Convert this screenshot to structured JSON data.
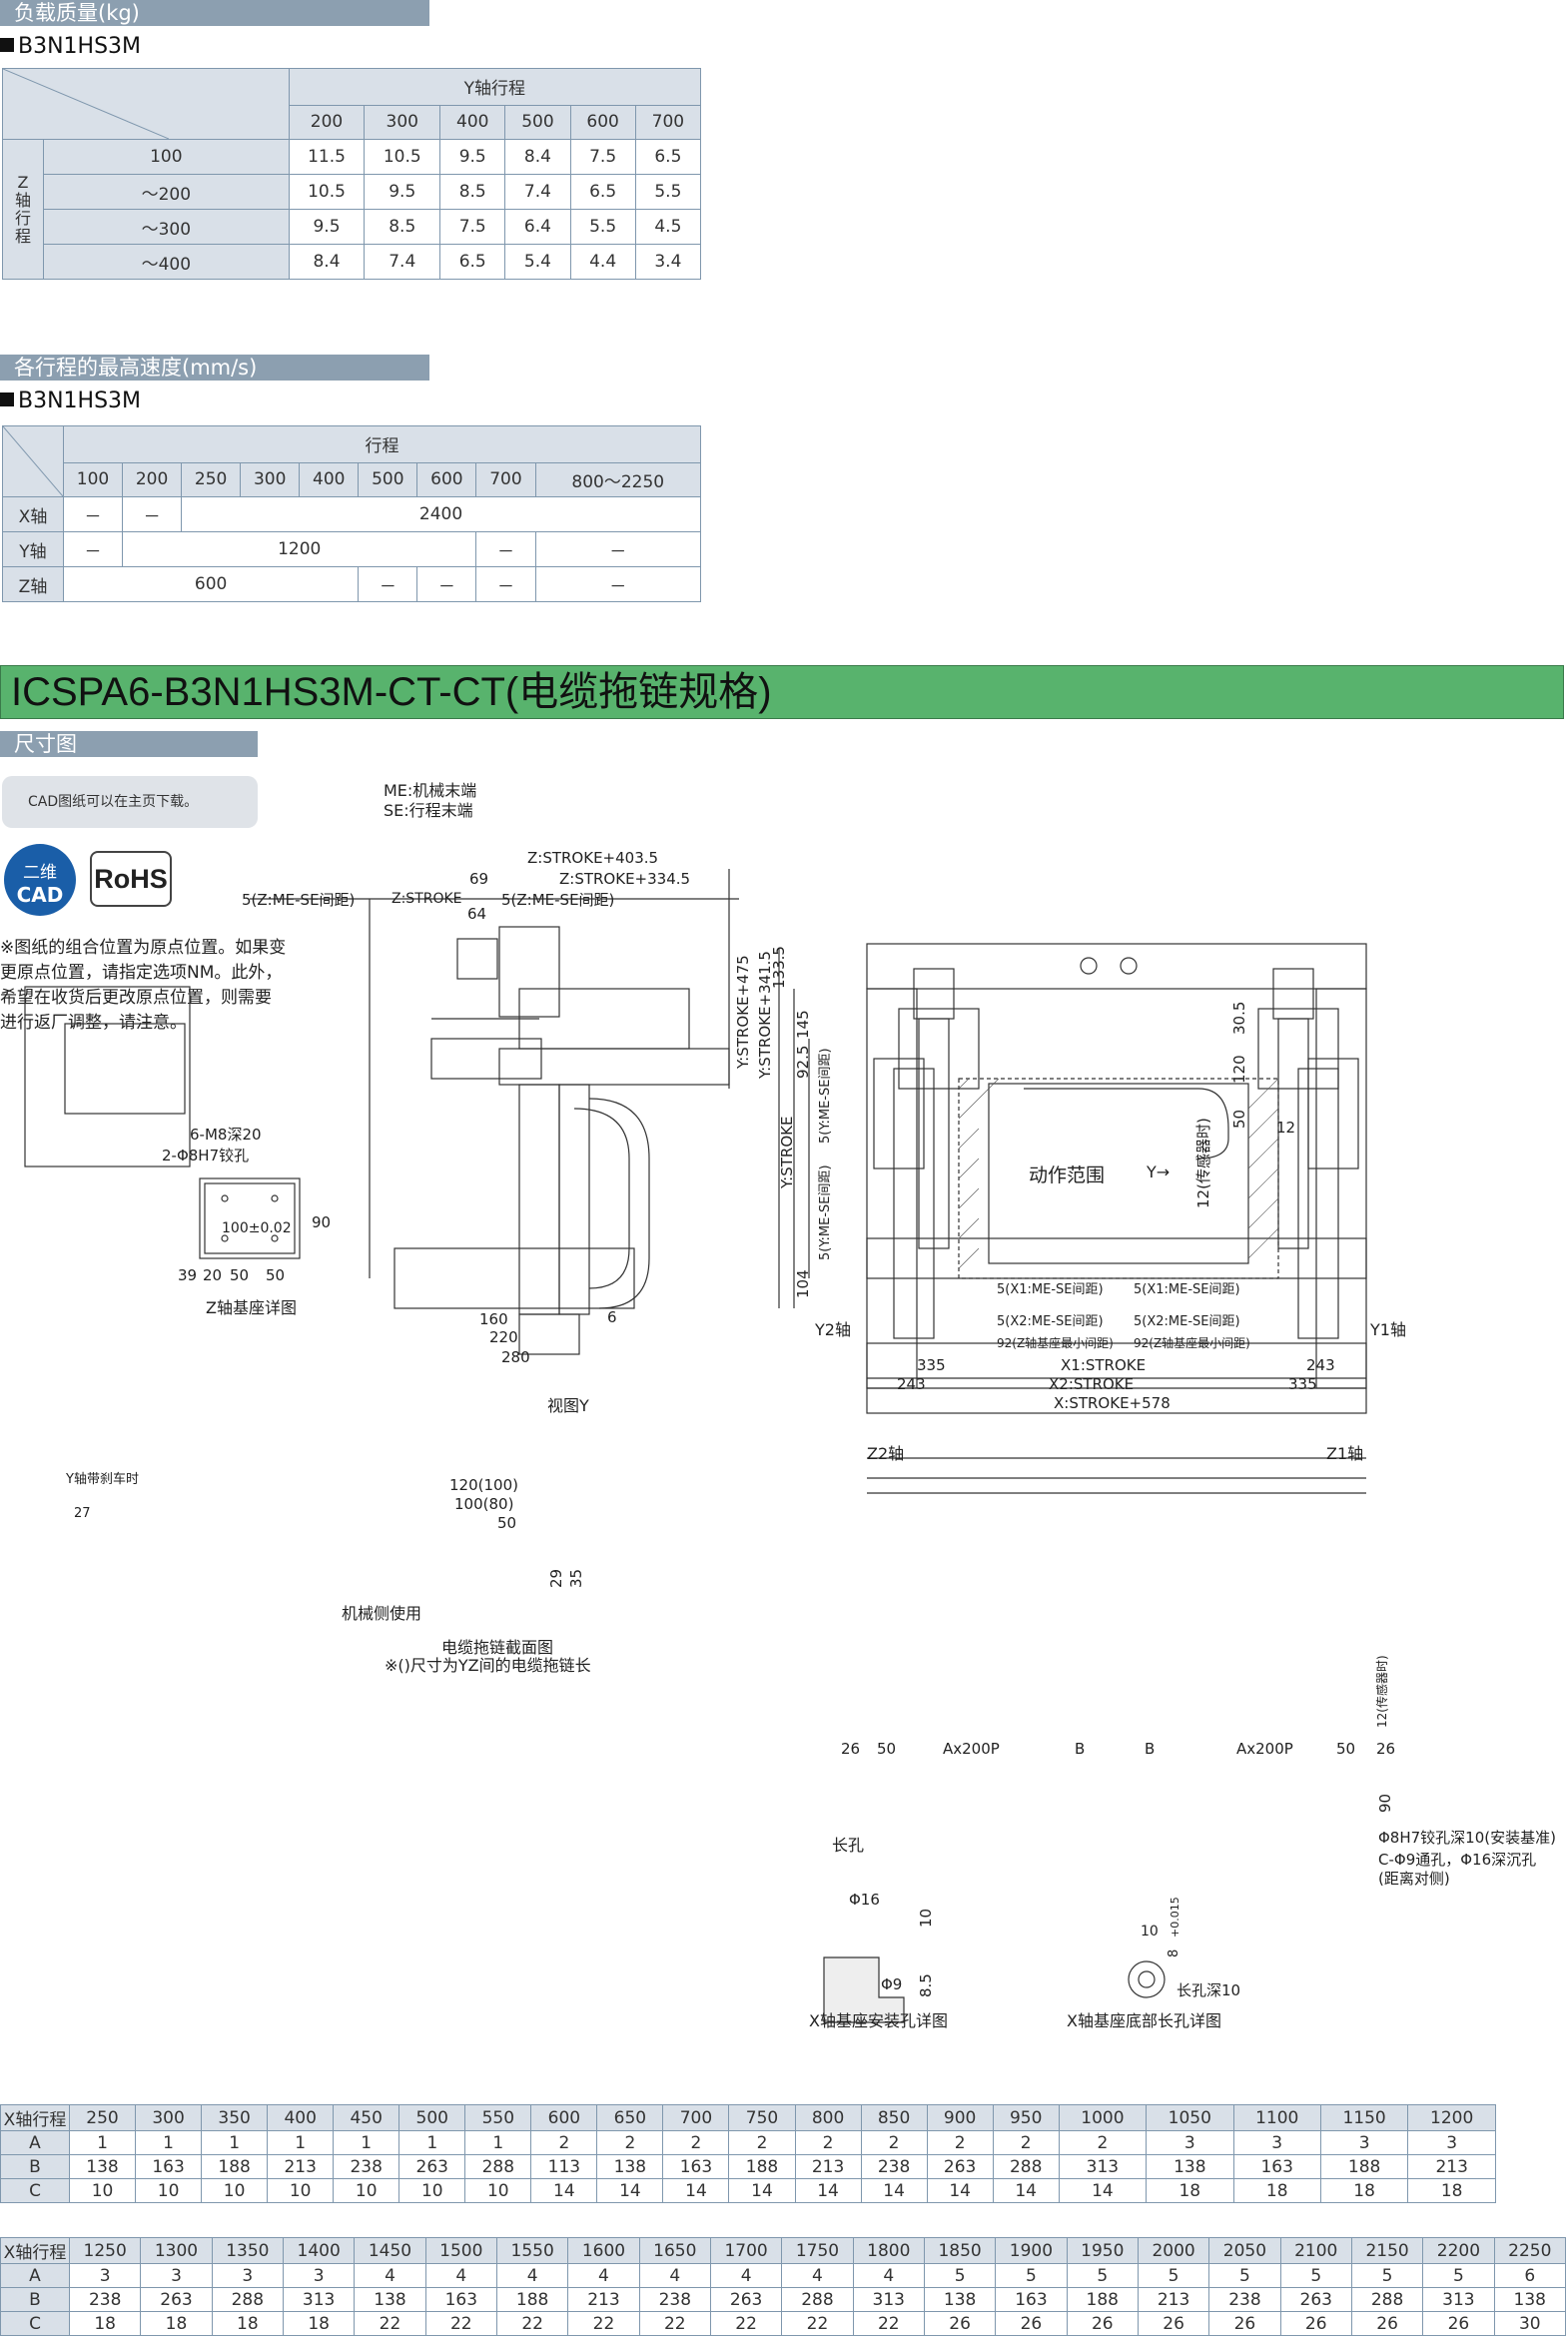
{
  "load": {
    "section": "负载质量(kg)",
    "model": "B3N1HS3M",
    "y_header": "Y轴行程",
    "z_header": "Z轴行程",
    "cols": [
      "200",
      "300",
      "400",
      "500",
      "600",
      "700"
    ],
    "rows": [
      {
        "z": "100",
        "v": [
          "11.5",
          "10.5",
          "9.5",
          "8.4",
          "7.5",
          "6.5"
        ]
      },
      {
        "z": "～200",
        "v": [
          "10.5",
          "9.5",
          "8.5",
          "7.4",
          "6.5",
          "5.5"
        ]
      },
      {
        "z": "～300",
        "v": [
          "9.5",
          "8.5",
          "7.5",
          "6.4",
          "5.5",
          "4.5"
        ]
      },
      {
        "z": "～400",
        "v": [
          "8.4",
          "7.4",
          "6.5",
          "5.4",
          "4.4",
          "3.4"
        ]
      }
    ]
  },
  "speed": {
    "section": "各行程的最高速度(mm/s)",
    "model": "B3N1HS3M",
    "header": "行程",
    "cols": [
      "100",
      "200",
      "250",
      "300",
      "400",
      "500",
      "600",
      "700",
      "800～2250"
    ],
    "x_label": "X轴",
    "y_label": "Y轴",
    "z_label": "Z轴",
    "dash": "－",
    "x_val": "2400",
    "y_val": "1200",
    "z_val": "600"
  },
  "title": "ICSPA6-B3N1HS3M-CT-CT(电缆拖链规格)",
  "dims_section": "尺寸图",
  "cad_note": "CAD图纸可以在主页下载。",
  "badge_cad_1": "二维",
  "badge_cad_2": "CAD",
  "badge_rohs": "RoHS",
  "legend_me": "ME:机械末端",
  "legend_se": "SE:行程末端",
  "origin_note": "※图纸的组合位置为原点位置。如果变\n  更原点位置，请指定选项NM。此外，\n  希望在收货后更改原点位置，则需要\n  进行返厂调整，请注意。",
  "labels": {
    "z_stroke_403": "Z:STROKE+403.5",
    "z_stroke_334": "Z:STROKE+334.5",
    "z_me_se": "5(Z:ME-SE间距)",
    "z_stroke": "Z:STROKE",
    "d69": "69",
    "d64": "64",
    "m8": "6-M8深20",
    "h7": "2-Φ8H7铰孔",
    "d100": "100±0.02",
    "d90": "90",
    "d39": "39",
    "d20": "20",
    "d50": "50",
    "d50b": "50",
    "z_base": "Z轴基座详图",
    "d160": "160",
    "d220": "220",
    "d280": "280",
    "d6": "6",
    "view_y": "视图Y",
    "y_stroke_475": "Y:STROKE+475",
    "y_stroke_341": "Y:STROKE+341.5",
    "y_stroke": "Y:STROKE",
    "d133": "133.5",
    "d145": "145",
    "d92": "92.5",
    "d104": "104",
    "y_me_se": "5(Y:ME-SE间距)",
    "d30": "30.5",
    "d120": "120",
    "d50c": "50",
    "d12": "12",
    "sensor": "12(传感器时)",
    "motion": "动作范围",
    "y_arrow": "Y→",
    "x1_me": "5(X1:ME-SE间距)",
    "x2_me": "5(X2:ME-SE间距)",
    "z_min": "92(Z轴基座最小间距)",
    "y2": "Y2轴",
    "y1": "Y1轴",
    "d335": "335",
    "d243": "243",
    "x1_stroke": "X1:STROKE",
    "x2_stroke": "X2:STROKE",
    "x_stroke_578": "X:STROKE+578",
    "brake": "Y轴带刹车时",
    "d27": "27",
    "c120": "120(100)",
    "c100": "100(80)",
    "c50": "50",
    "c29": "29",
    "c35": "35",
    "mech_side": "机械侧使用",
    "chain_sec": "电缆拖链截面图",
    "chain_note": "※()尺寸为YZ间的电缆拖链长",
    "z2": "Z2轴",
    "z1": "Z1轴",
    "sensor2": "12(传感器时)",
    "d26": "26",
    "ax200": "Ax200P",
    "bb": "B",
    "long_hole": "长孔",
    "h7_ref": "Φ8H7铰孔深10(安装基准)",
    "c_hole": "C-Φ9通孔，Φ16深沉孔",
    "c_hole2": "(距离对侧)",
    "phi16": "Φ16",
    "phi9": "Φ9",
    "d10": "10",
    "d85": "8.5",
    "x_hole": "X轴基座安装孔详图",
    "d10b": "10",
    "d8": "8",
    "d015": "+0.015",
    "long_hole_depth": "长孔深10",
    "x_bottom": "X轴基座底部长孔详图"
  },
  "bottom1": {
    "rows": [
      [
        "X轴行程",
        "250",
        "300",
        "350",
        "400",
        "450",
        "500",
        "550",
        "600",
        "650",
        "700",
        "750",
        "800",
        "850",
        "900",
        "950",
        "1000",
        "1050",
        "1100",
        "1150",
        "1200"
      ],
      [
        "A",
        "1",
        "1",
        "1",
        "1",
        "1",
        "1",
        "1",
        "2",
        "2",
        "2",
        "2",
        "2",
        "2",
        "2",
        "2",
        "2",
        "3",
        "3",
        "3",
        "3"
      ],
      [
        "B",
        "138",
        "163",
        "188",
        "213",
        "238",
        "263",
        "288",
        "113",
        "138",
        "163",
        "188",
        "213",
        "238",
        "263",
        "288",
        "313",
        "138",
        "163",
        "188",
        "213"
      ],
      [
        "C",
        "10",
        "10",
        "10",
        "10",
        "10",
        "10",
        "10",
        "14",
        "14",
        "14",
        "14",
        "14",
        "14",
        "14",
        "14",
        "14",
        "18",
        "18",
        "18",
        "18"
      ]
    ]
  },
  "bottom2": {
    "rows": [
      [
        "X轴行程",
        "1250",
        "1300",
        "1350",
        "1400",
        "1450",
        "1500",
        "1550",
        "1600",
        "1650",
        "1700",
        "1750",
        "1800",
        "1850",
        "1900",
        "1950",
        "2000",
        "2050",
        "2100",
        "2150",
        "2200",
        "2250"
      ],
      [
        "A",
        "3",
        "3",
        "3",
        "3",
        "4",
        "4",
        "4",
        "4",
        "4",
        "4",
        "4",
        "4",
        "5",
        "5",
        "5",
        "5",
        "5",
        "5",
        "5",
        "5",
        "6"
      ],
      [
        "B",
        "238",
        "263",
        "288",
        "313",
        "138",
        "163",
        "188",
        "213",
        "238",
        "263",
        "288",
        "313",
        "138",
        "163",
        "188",
        "213",
        "238",
        "263",
        "288",
        "313",
        "138"
      ],
      [
        "C",
        "18",
        "18",
        "18",
        "18",
        "22",
        "22",
        "22",
        "22",
        "22",
        "22",
        "22",
        "22",
        "26",
        "26",
        "26",
        "26",
        "26",
        "26",
        "26",
        "26",
        "30"
      ]
    ]
  }
}
